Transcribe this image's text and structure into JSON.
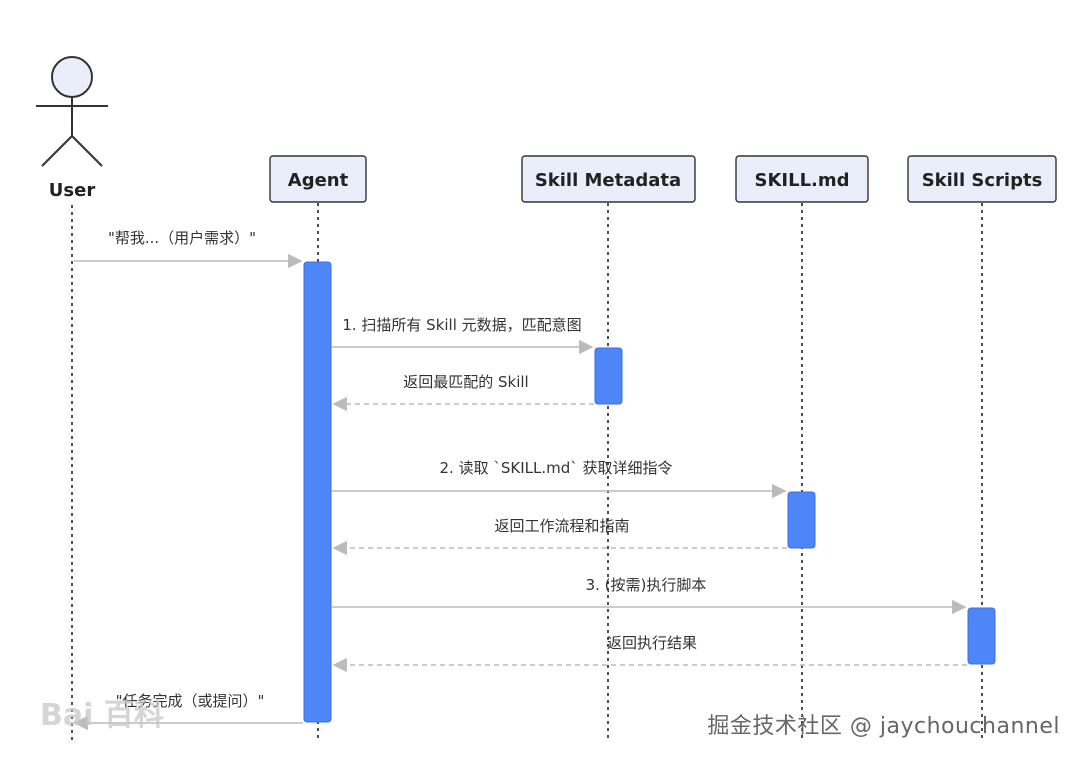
{
  "participants": [
    {
      "id": "user",
      "label": "User"
    },
    {
      "id": "agent",
      "label": "Agent"
    },
    {
      "id": "meta",
      "label": "Skill Metadata"
    },
    {
      "id": "skillmd",
      "label": "SKILL.md"
    },
    {
      "id": "scripts",
      "label": "Skill Scripts"
    }
  ],
  "messages": [
    {
      "from": "user",
      "to": "agent",
      "label": "\"帮我...（用户需求）\"",
      "style": "solid"
    },
    {
      "from": "agent",
      "to": "meta",
      "label": "1. 扫描所有 Skill 元数据，匹配意图",
      "style": "solid"
    },
    {
      "from": "meta",
      "to": "agent",
      "label": "返回最匹配的 Skill",
      "style": "dashed"
    },
    {
      "from": "agent",
      "to": "skillmd",
      "label": "2. 读取 `SKILL.md` 获取详细指令",
      "style": "solid"
    },
    {
      "from": "skillmd",
      "to": "agent",
      "label": "返回工作流程和指南",
      "style": "dashed"
    },
    {
      "from": "agent",
      "to": "scripts",
      "label": "3. (按需)执行脚本",
      "style": "solid"
    },
    {
      "from": "scripts",
      "to": "agent",
      "label": "返回执行结果",
      "style": "dashed"
    },
    {
      "from": "agent",
      "to": "user",
      "label": "\"任务完成（或提问）\"",
      "style": "solid"
    }
  ],
  "colors": {
    "participant_fill": "#eaeefb",
    "participant_stroke": "#333333",
    "activation_fill": "#4f86f7",
    "arrow_stroke": "#bbbbbb",
    "lifeline_stroke": "#222222"
  },
  "watermarks": {
    "right": "掘金技术社区 @ jaychouchannel",
    "left": "Bai 百科"
  }
}
